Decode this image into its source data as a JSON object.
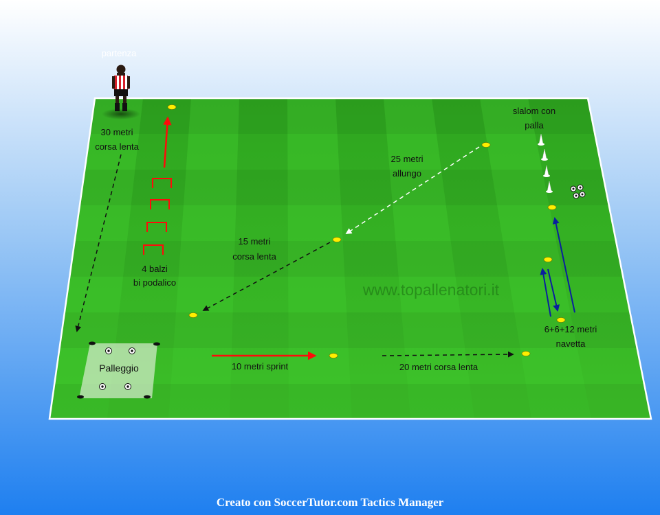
{
  "labels": {
    "start": "partenza",
    "run30_l1": "30 metri",
    "run30_l2": "corsa lenta",
    "jumps_l1": "4 balzi",
    "jumps_l2": "bi podalico",
    "run15_l1": "15 metri",
    "run15_l2": "corsa lenta",
    "stride25_l1": "25 metri",
    "stride25_l2": "allungo",
    "slalom_l1": "slalom con",
    "slalom_l2": "palla",
    "shuttle_l1": "6+6+12 metri",
    "shuttle_l2": "navetta",
    "juggling": "Palleggio",
    "sprint10": "10 metri sprint",
    "run20": "20 metri corsa lenta",
    "watermark": "www.topallenatori.it"
  },
  "footer": {
    "credit": "Creato con SoccerTutor.com Tactics Manager"
  },
  "colors": {
    "sky_top": "#ffffff",
    "sky_bottom": "#1e7ff0",
    "pitch_light": "#3fc12a",
    "pitch_dark": "#2a9a1c",
    "line_white": "#ffffff",
    "arrow_red": "#ff0a0a",
    "arrow_blue": "#0a1f9e",
    "cone_yellow": "#ffee00",
    "player_shirt_red": "#d6202a"
  },
  "icons": {
    "player": "player-figure-icon",
    "cone": "marker-cone-icon",
    "tall_cone": "slalom-cone-icon",
    "hurdle": "hurdle-icon",
    "ball": "soccer-ball-icon"
  }
}
